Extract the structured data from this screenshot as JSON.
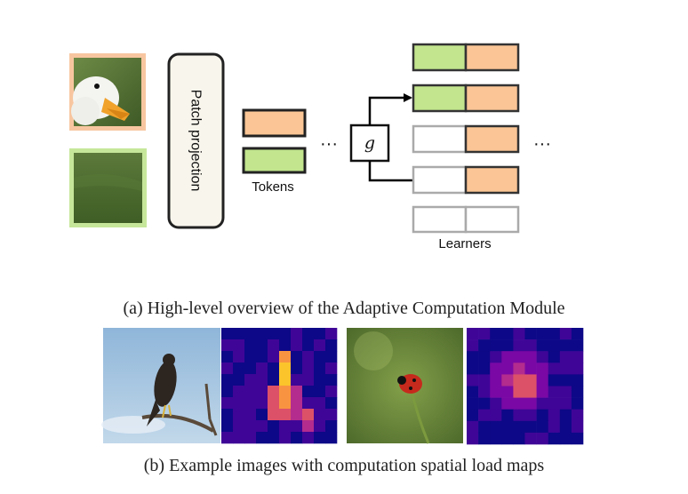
{
  "diagram": {
    "patch_projection_label": "Patch projection",
    "tokens_label": "Tokens",
    "gate_label": "g",
    "learners_label": "Learners",
    "ellipsis": "···",
    "colors": {
      "orange": "#fbc595",
      "green": "#c2e58d",
      "orange_border": "#f7c6a0",
      "green_border": "#c6e79a",
      "box_border": "#222222",
      "inactive_border": "#aaaaaa"
    }
  },
  "caption_a": "(a) High-level overview of the Adaptive Computation Module",
  "caption_b": "(b) Example images with computation spatial load maps",
  "load_map_colormap": [
    "#0d0887",
    "#3f0597",
    "#7a08a4",
    "#b32c8e",
    "#dd5168",
    "#f89441",
    "#fbc42b"
  ]
}
